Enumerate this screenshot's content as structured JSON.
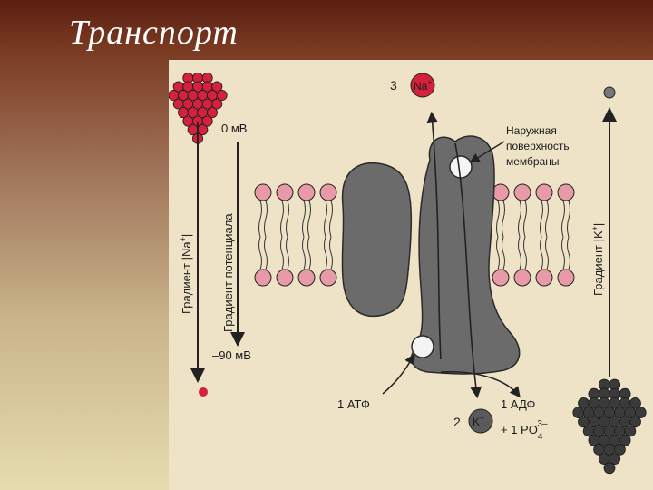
{
  "slide": {
    "title": "Транспорт"
  },
  "diagram": {
    "outside_ion": {
      "count": "3",
      "symbol": "Na",
      "charge": "+"
    },
    "outer_surface_label": [
      "Наружная",
      "поверхность",
      "мембраны"
    ],
    "voltage_top": "0 мВ",
    "voltage_bottom": "–90 мВ",
    "potential_gradient": "Градиент потенциала",
    "na_gradient": {
      "prefix": "Градиент |Na",
      "charge": "+",
      "suffix": "|"
    },
    "k_gradient": {
      "prefix": "Градиент |K",
      "charge": "+",
      "suffix": "|"
    },
    "atp": "1 АТФ",
    "adp": "1 АДФ",
    "phosphate": {
      "text": "+ 1 PO",
      "sub": "4",
      "sup": "3–"
    },
    "inside_ion": {
      "count": "2",
      "symbol": "K",
      "charge": "+"
    },
    "colors": {
      "sodium": "#d4213d",
      "potassium": "#3a3a3a",
      "phospholipid_head": "#e89aa8",
      "protein": "#6b6b6b",
      "arrow": "#222222"
    }
  }
}
